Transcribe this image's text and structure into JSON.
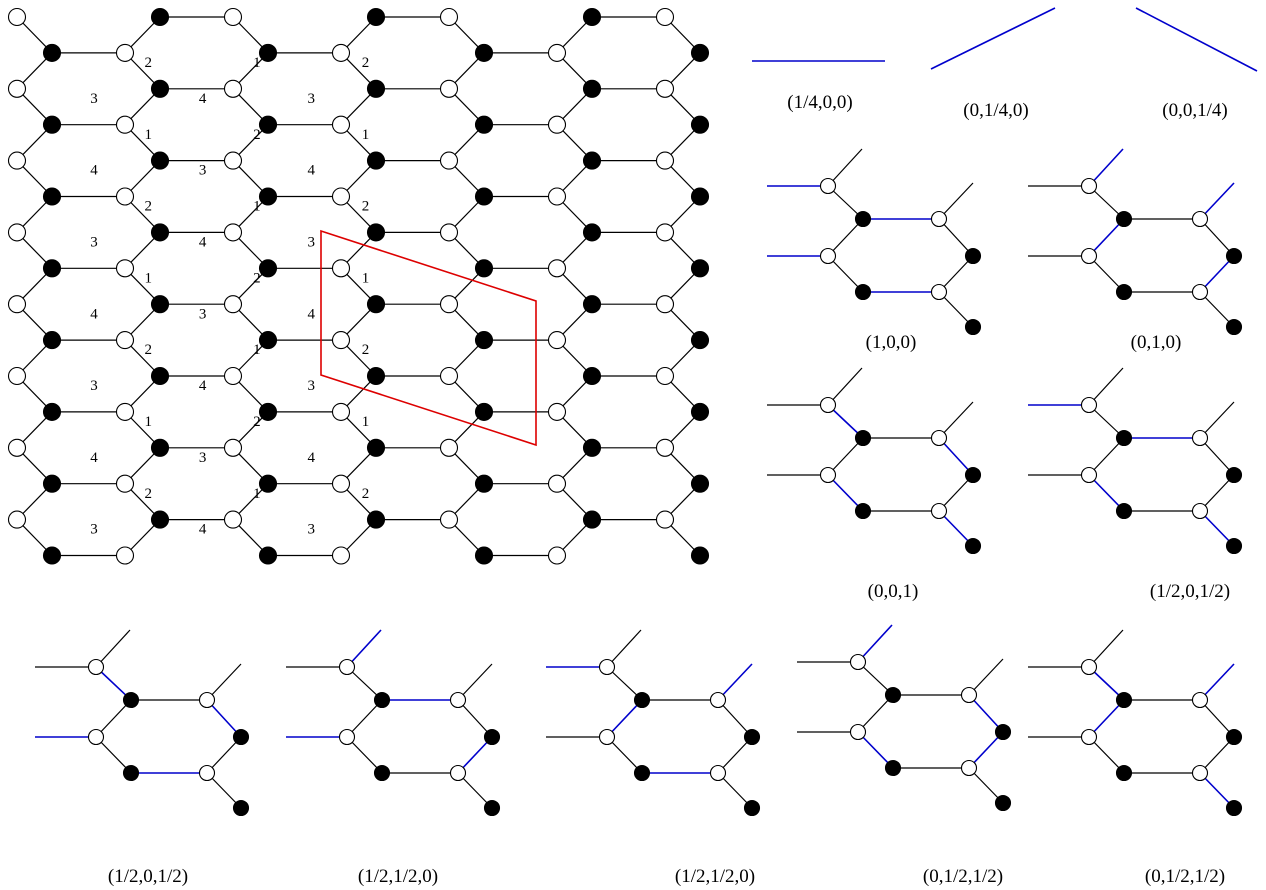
{
  "colors": {
    "edge": "#000000",
    "highlight": "#0000cc",
    "unit_cell": "#dd0000",
    "filled_vertex": "#000000",
    "open_vertex": "#ffffff"
  },
  "lattice": {
    "face_labels": [
      [
        "",
        "2",
        "",
        "1",
        "",
        "2"
      ],
      [
        "3",
        "",
        "4",
        "",
        "3",
        ""
      ],
      [
        "",
        "1",
        "",
        "2",
        "",
        "1"
      ],
      [
        "4",
        "",
        "3",
        "",
        "4",
        ""
      ],
      [
        "",
        "2",
        "",
        "1",
        "",
        "2"
      ],
      [
        "3",
        "",
        "4",
        "",
        "3",
        ""
      ],
      [
        "",
        "1",
        "",
        "2",
        "",
        "1"
      ],
      [
        "4",
        "",
        "3",
        "",
        "4",
        ""
      ],
      [
        "",
        "2",
        "",
        "1",
        "",
        "2"
      ],
      [
        "3",
        "",
        "4",
        "",
        "3",
        ""
      ],
      [
        "",
        "1",
        "",
        "2",
        "",
        "1"
      ],
      [
        "4",
        "",
        "3",
        "",
        "4",
        ""
      ],
      [
        "",
        "2",
        "",
        "1",
        "",
        "2"
      ],
      [
        "3",
        "",
        "4",
        "",
        "3",
        ""
      ]
    ]
  },
  "single_edges": [
    {
      "caption": "(1/4,0,0)",
      "direction": "horizontal"
    },
    {
      "caption": "(0,1/4,0)",
      "direction": "rising"
    },
    {
      "caption": "(0,0,1/4)",
      "direction": "falling"
    }
  ],
  "matchings": [
    {
      "caption": "(1,0,0)",
      "blue": [
        "a0",
        "a1",
        "h0",
        "h1"
      ]
    },
    {
      "caption": "(0,1,0)",
      "blue": [
        "b0",
        "b1",
        "r0",
        "r1"
      ]
    },
    {
      "caption": "(0,0,1)",
      "blue": [
        "c0",
        "c1",
        "f0",
        "f1"
      ]
    },
    {
      "caption": "(1/2,0,1/2)",
      "blue": [
        "a0",
        "h0",
        "c1",
        "f1"
      ]
    },
    {
      "caption": "(1/2,0,1/2)",
      "blue": [
        "a1",
        "h1",
        "c0",
        "f0"
      ]
    },
    {
      "caption": "(1/2,1/2,0)",
      "blue": [
        "b0",
        "h0",
        "a1",
        "r1"
      ]
    },
    {
      "caption": "(1/2,1/2,0)",
      "blue": [
        "a0",
        "r0",
        "b1",
        "h1"
      ]
    },
    {
      "caption": "(0,1/2,1/2)",
      "blue": [
        "b0",
        "r1",
        "c1",
        "f0"
      ]
    },
    {
      "caption": "(0,1/2,1/2)",
      "blue": [
        "c0",
        "f1",
        "b1",
        "r0"
      ]
    }
  ]
}
